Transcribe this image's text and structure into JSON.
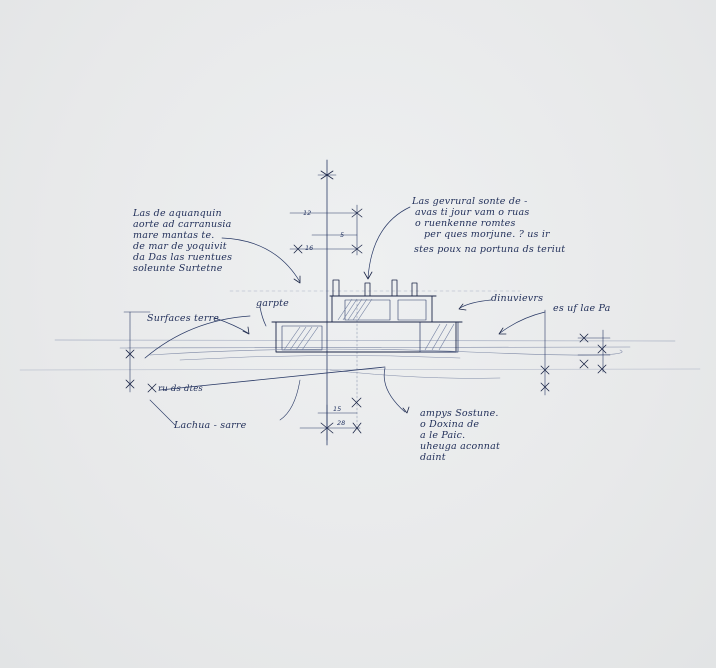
{
  "annotations": {
    "top_left": {
      "lines": [
        "Las de aquanquin",
        "aorte ad carranusia",
        "mare mantas te.",
        "de mar de yoquivit",
        "da Das las ruentues",
        "soleunte Surtetne"
      ]
    },
    "top_right": {
      "lines": [
        "Las gevrural sonte de -",
        "avas ti jour vam o ruas",
        "o ruenkenne romtes",
        "per ques morjune. ? us ir",
        "stes poux na portuna ds teriut"
      ]
    },
    "left_mid": {
      "text": "Surfaces terre"
    },
    "left_upper_center": {
      "text": "garpte"
    },
    "left_low": {
      "text": "ru ds dtes"
    },
    "bottom_left": {
      "text": "Lachua - sarre"
    },
    "right_mid": {
      "text": "dinuvievrs"
    },
    "far_right": {
      "text": "es uf lae Pa"
    },
    "bottom_center": {
      "lines": [
        "ampys Sostune.",
        "o Doxina de",
        "a le Paic.",
        "uheuga aconnat",
        "daint"
      ]
    }
  },
  "dimensions": {
    "top_1": "12",
    "top_2": "5",
    "top_3": "16",
    "bottom_1": "15",
    "bottom_2": "28"
  },
  "colors": {
    "paper": "#e9eaeb",
    "ink": "#2a3a66",
    "ink_dark": "#1c2647"
  }
}
